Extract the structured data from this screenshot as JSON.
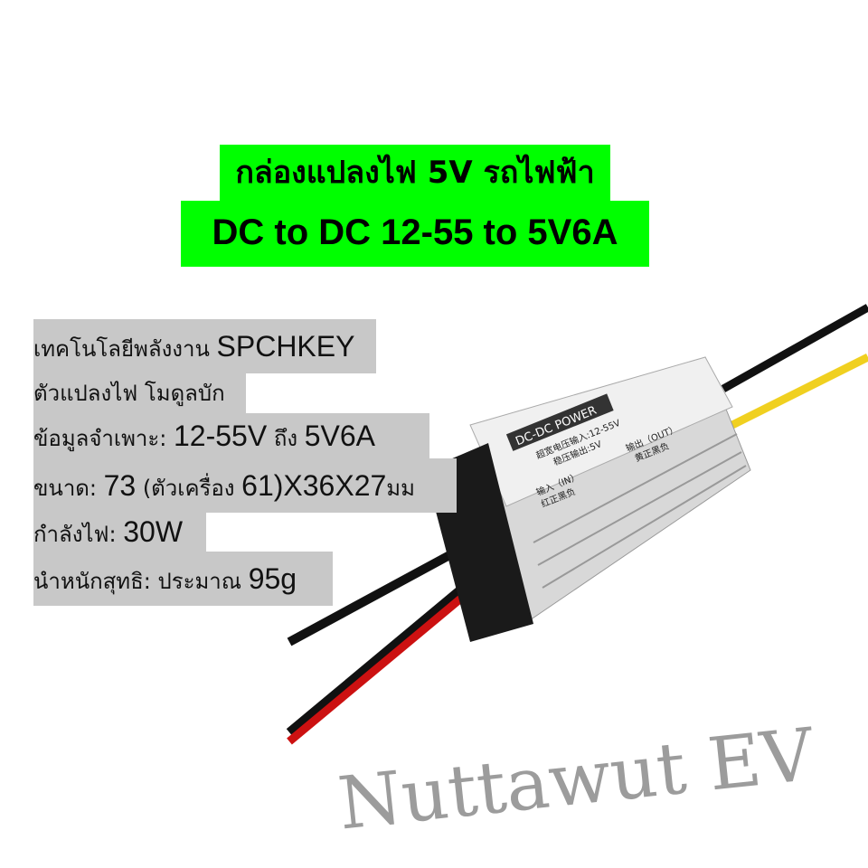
{
  "title": {
    "line1": "กล่องแปลงไฟ 5V รถไฟฟ้า",
    "line2": "DC to DC 12-55 to 5V6A",
    "bg_color": "#00ff00"
  },
  "specs": [
    {
      "label": "เทคโนโลยีพลังงาน ",
      "value": "SPCHKEY"
    },
    {
      "label": "ตัวแปลงไฟ โมดูลบัก",
      "value": ""
    },
    {
      "label": "ข้อมูลจำเพาะ: ",
      "value": "12-55V",
      "mid": " ถึง ",
      "value2": "5V6A"
    },
    {
      "label": "ขนาด: ",
      "value": "73",
      "mid": " (ตัวเครื่อง ",
      "value2": "61)X36X27",
      "suffix": "มม"
    },
    {
      "label": "กำลังไฟ: ",
      "value": "30W"
    },
    {
      "label": "นำหนักสุทธิ: ประมาณ ",
      "value": "95g"
    }
  ],
  "product_label": {
    "brand": "DC-DC POWER",
    "line1": "超宽电压输入:12-55V",
    "line2": "稳压输出:5V",
    "in1": "输入（IN）",
    "in2": "红正黑负",
    "out1": "输出（OUT）",
    "out2": "黄正黑负"
  },
  "watermark": "Nuttawut EV"
}
